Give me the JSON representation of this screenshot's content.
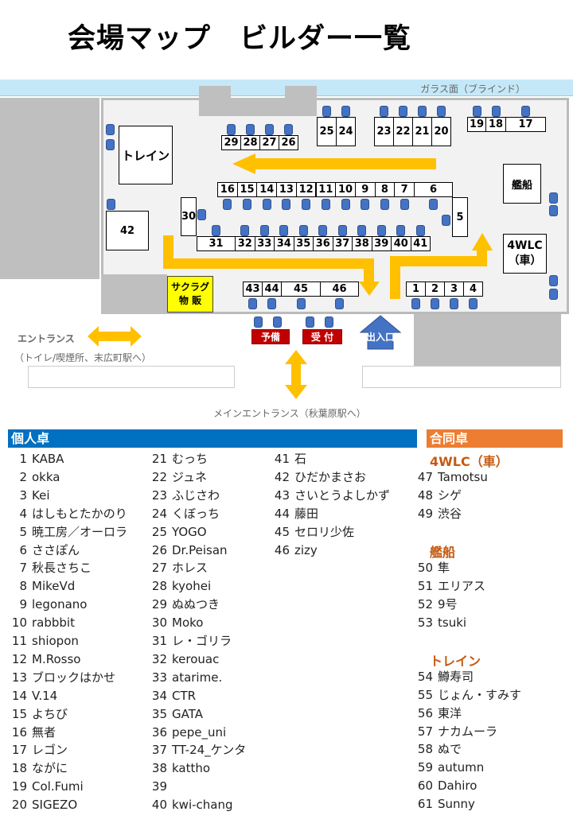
{
  "title": "会場マップ　ビルダー一覧",
  "map": {
    "glass_label": "ガラス面（ブラインド）",
    "booths_top_left": [
      "29",
      "28",
      "27",
      "26"
    ],
    "booths_top_mid": [
      "25",
      "24"
    ],
    "booths_top_right": [
      "23",
      "22",
      "21",
      "20"
    ],
    "booths_top_far": [
      "19",
      "18",
      "17"
    ],
    "booths_middle": [
      "16",
      "15",
      "14",
      "13",
      "12",
      "11",
      "10",
      "9",
      "8",
      "7",
      "6"
    ],
    "booths_lower": [
      "31",
      "32",
      "33",
      "34",
      "35",
      "36",
      "37",
      "38",
      "39",
      "40",
      "41"
    ],
    "booths_bottom_left": [
      "43",
      "44",
      "45",
      "46"
    ],
    "booths_bottom_right": [
      "1",
      "2",
      "3",
      "4"
    ],
    "booth_30": "30",
    "booth_5": "5",
    "booth_42": "42",
    "train": "トレイン",
    "ship": "艦船",
    "wlc_line1": "4WLC",
    "wlc_line2": "（車）",
    "sakura_line1": "サクラグ",
    "sakura_line2": "物 販",
    "reserve": "予備",
    "reception": "受 付",
    "exit": "出入口",
    "entrance": "エントランス",
    "entrance_note": "（トイレ/喫煙所、末広町駅へ）",
    "main_entrance": "メインエントランス（秋葉原駅へ）",
    "colors": {
      "arrow": "#ffc000",
      "chair": "#4472c4",
      "personal": "#0070c0",
      "group": "#ed7d31",
      "group_text": "#c55a11",
      "reception": "#c00000",
      "sakura": "#ffff00"
    }
  },
  "personal": {
    "header": "個人卓",
    "entries": [
      {
        "n": "1",
        "name": "KABA"
      },
      {
        "n": "2",
        "name": "okka"
      },
      {
        "n": "3",
        "name": "Kei"
      },
      {
        "n": "4",
        "name": "はしもとたかのり"
      },
      {
        "n": "5",
        "name": "暁工房／オーロラ"
      },
      {
        "n": "6",
        "name": "ささぽん"
      },
      {
        "n": "7",
        "name": "秋長さちこ"
      },
      {
        "n": "8",
        "name": "MikeVd"
      },
      {
        "n": "9",
        "name": "legonano"
      },
      {
        "n": "10",
        "name": "rabbbit"
      },
      {
        "n": "11",
        "name": "shiopon"
      },
      {
        "n": "12",
        "name": "M.Rosso"
      },
      {
        "n": "13",
        "name": "ブロックはかせ"
      },
      {
        "n": "14",
        "name": "V.14"
      },
      {
        "n": "15",
        "name": "よちび"
      },
      {
        "n": "16",
        "name": "無者"
      },
      {
        "n": "17",
        "name": "レゴン"
      },
      {
        "n": "18",
        "name": "ながに"
      },
      {
        "n": "19",
        "name": "Col.Fumi"
      },
      {
        "n": "20",
        "name": "SIGEZO"
      },
      {
        "n": "21",
        "name": "むっち"
      },
      {
        "n": "22",
        "name": "ジュネ"
      },
      {
        "n": "23",
        "name": "ふじさわ"
      },
      {
        "n": "24",
        "name": "くぼっち"
      },
      {
        "n": "25",
        "name": "YOGO"
      },
      {
        "n": "26",
        "name": "Dr.Peisan"
      },
      {
        "n": "27",
        "name": "ホレス"
      },
      {
        "n": "28",
        "name": "kyohei"
      },
      {
        "n": "29",
        "name": "ぬぬつき"
      },
      {
        "n": "30",
        "name": "Moko"
      },
      {
        "n": "31",
        "name": "レ・ゴリラ"
      },
      {
        "n": "32",
        "name": "kerouac"
      },
      {
        "n": "33",
        "name": "atarime."
      },
      {
        "n": "34",
        "name": "CTR"
      },
      {
        "n": "35",
        "name": "GATA"
      },
      {
        "n": "36",
        "name": "pepe_uni"
      },
      {
        "n": "37",
        "name": "TT-24_ケンタ"
      },
      {
        "n": "38",
        "name": "kattho"
      },
      {
        "n": "39",
        "name": ""
      },
      {
        "n": "40",
        "name": "kwi-chang"
      },
      {
        "n": "41",
        "name": "石"
      },
      {
        "n": "42",
        "name": "ひだかまさお"
      },
      {
        "n": "43",
        "name": "さいとうよしかず"
      },
      {
        "n": "44",
        "name": "藤田"
      },
      {
        "n": "45",
        "name": "セロリ少佐"
      },
      {
        "n": "46",
        "name": "zizy"
      }
    ]
  },
  "group": {
    "header": "合同卓",
    "groups": [
      {
        "name": "4WLC（車）",
        "entries": [
          {
            "n": "47",
            "name": "Tamotsu"
          },
          {
            "n": "48",
            "name": "シゲ"
          },
          {
            "n": "49",
            "name": "渋谷"
          }
        ]
      },
      {
        "name": "艦船",
        "entries": [
          {
            "n": "50",
            "name": "隼"
          },
          {
            "n": "51",
            "name": "エリアス"
          },
          {
            "n": "52",
            "name": "9号"
          },
          {
            "n": "53",
            "name": "tsuki"
          }
        ]
      },
      {
        "name": "トレイン",
        "entries": [
          {
            "n": "54",
            "name": "鱒寿司"
          },
          {
            "n": "55",
            "name": "じょん・すみす"
          },
          {
            "n": "56",
            "name": "東洋"
          },
          {
            "n": "57",
            "name": "ナカムーラ"
          },
          {
            "n": "58",
            "name": "ぬで"
          },
          {
            "n": "59",
            "name": "autumn"
          },
          {
            "n": "60",
            "name": "Dahiro"
          },
          {
            "n": "61",
            "name": "Sunny"
          }
        ]
      }
    ]
  }
}
